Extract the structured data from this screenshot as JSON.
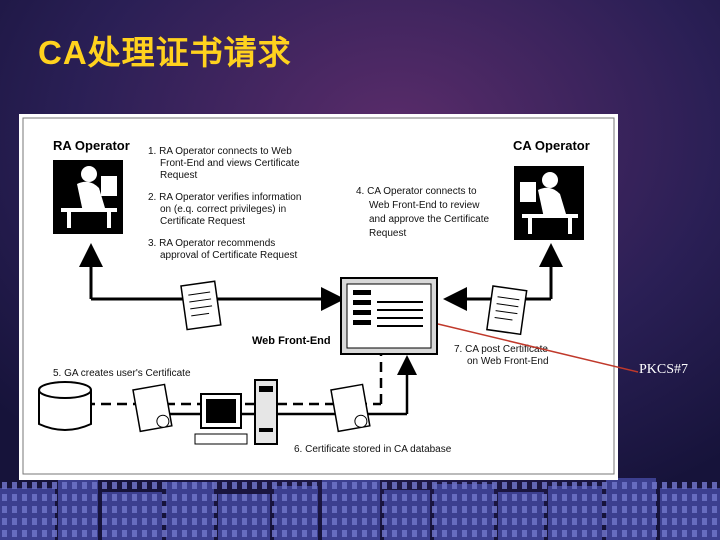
{
  "slide": {
    "title": "CA处理证书请求",
    "external_label": "PKCS#7",
    "colors": {
      "title": "#ffd21e",
      "background": "#1a1740",
      "connector": "#c0392b"
    }
  },
  "diagram": {
    "ra_operator": "RA Operator",
    "ca_operator": "CA Operator",
    "web_front_end": "Web Front-End",
    "steps": {
      "s1": [
        "1. RA Operator connects to Web",
        "Front-End and views Certificate",
        "Request"
      ],
      "s2": [
        "2. RA Operator verifies information",
        "on (e.q. correct privileges) in",
        "Certificate Request"
      ],
      "s3": [
        "3. RA Operator recommends",
        "approval of Certificate Request"
      ],
      "s4": [
        "4. CA Operator connects to",
        "Web Front-End to review",
        "and approve the Certificate",
        "Request"
      ],
      "s5": "5. GA creates user's Certificate",
      "s6": "6. Certificate stored in CA database",
      "s7": [
        "7. CA post Certificate",
        "on Web Front-End"
      ]
    },
    "icons": [
      "operator-icon",
      "document-icon",
      "certificate-icon",
      "computer-icon",
      "server-icon",
      "database-icon",
      "web-page-icon"
    ]
  }
}
